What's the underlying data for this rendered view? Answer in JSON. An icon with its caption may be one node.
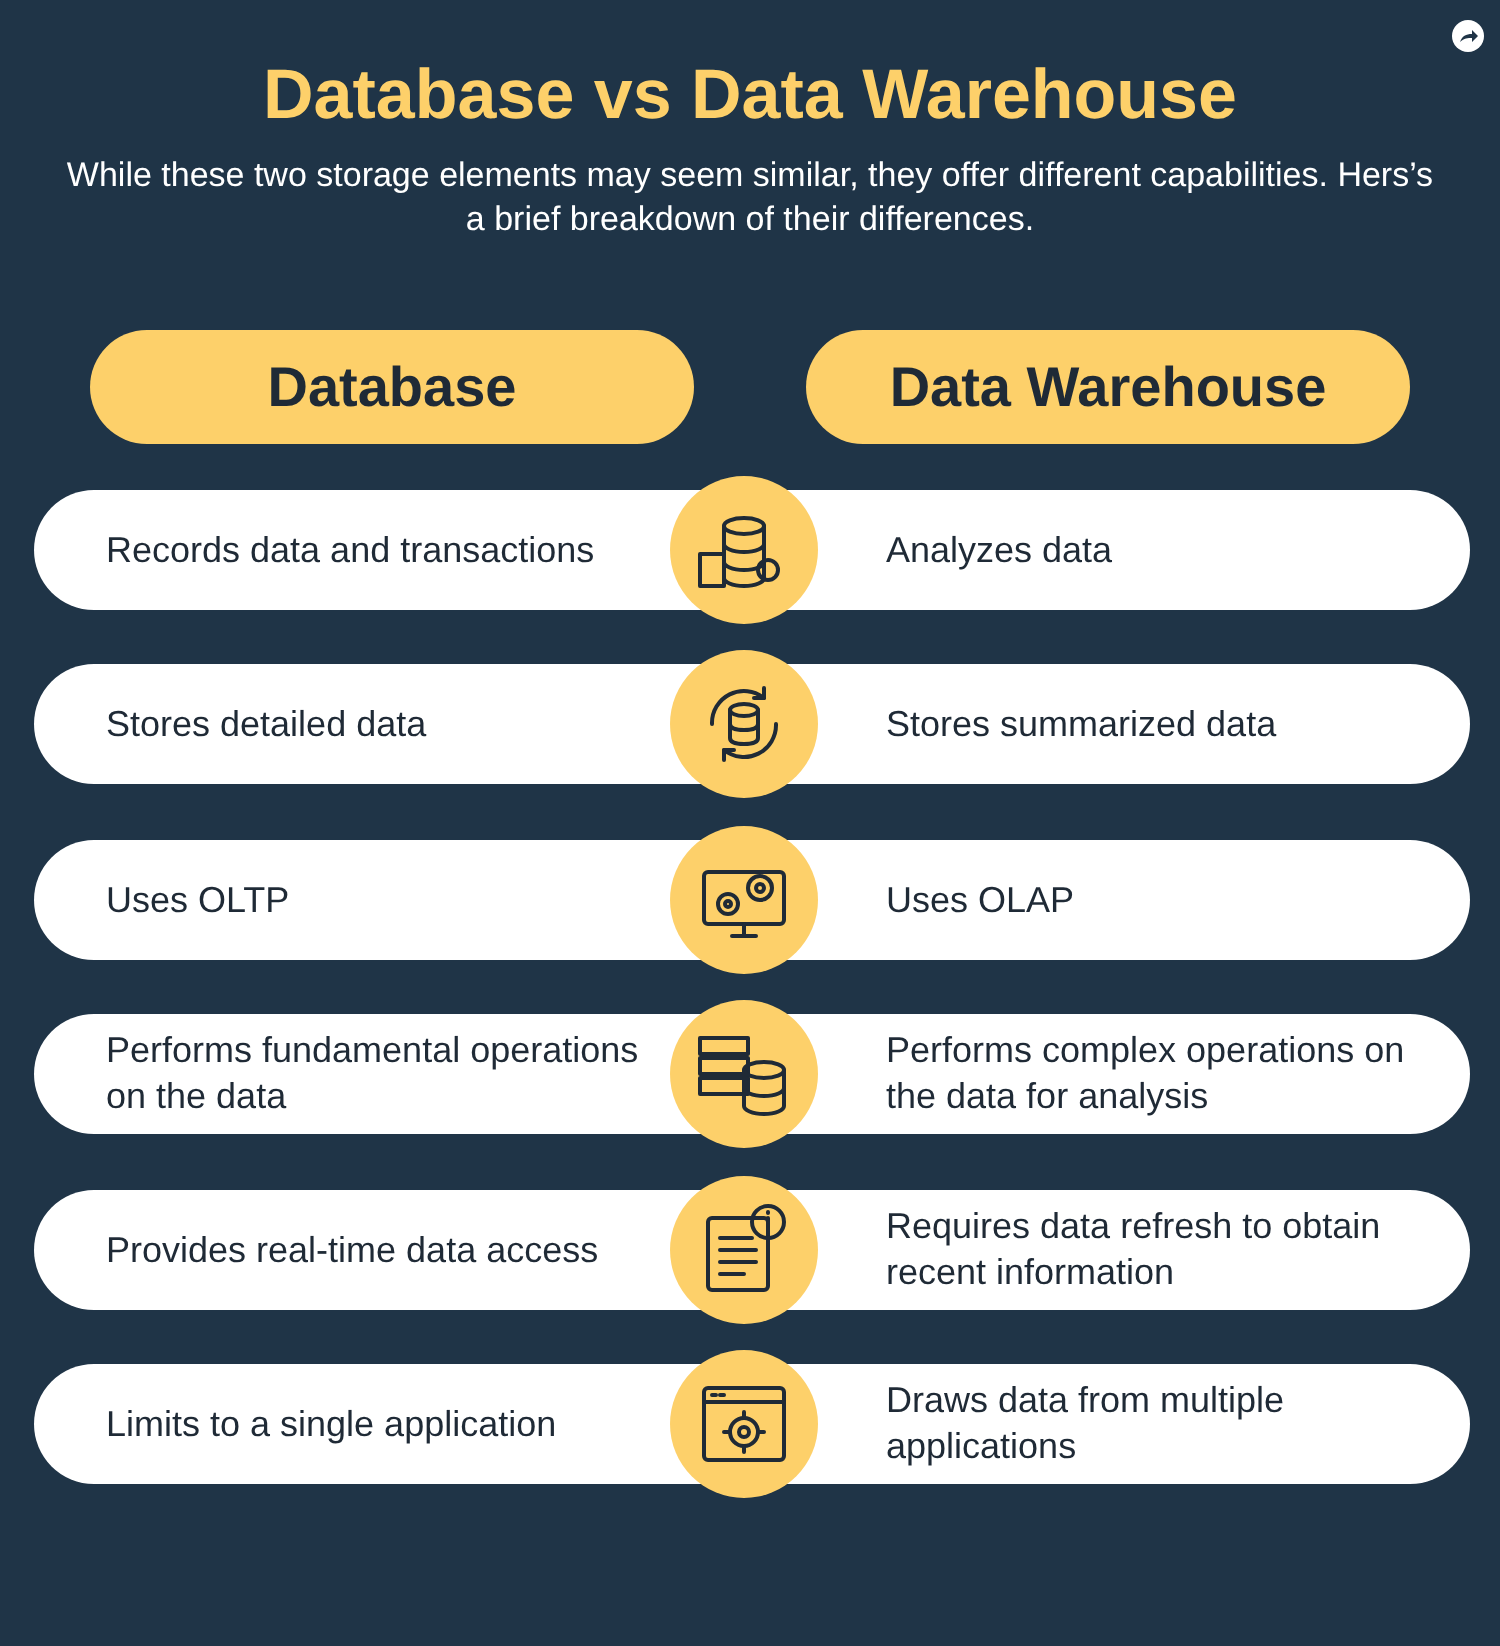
{
  "diagram": {
    "title": "Database vs Data Warehouse",
    "labels": [
      "While these two storage elements may seem similar, they offer different capabilities. Hers’s a brief breakdown of their differences.",
      "Database",
      "Data Warehouse",
      "Records data and transactions",
      "Analyzes data",
      "Stores detailed data",
      "Stores summarized data",
      "Uses OLTP",
      "Uses OLAP",
      "Performs fundamental operations on the data",
      "Performs complex operations on the data for analysis",
      "Provides real-time data access",
      "Requires data refresh to obtain recent information",
      "Limits to a single application",
      "Draws data from multiple applications"
    ]
  }
}
